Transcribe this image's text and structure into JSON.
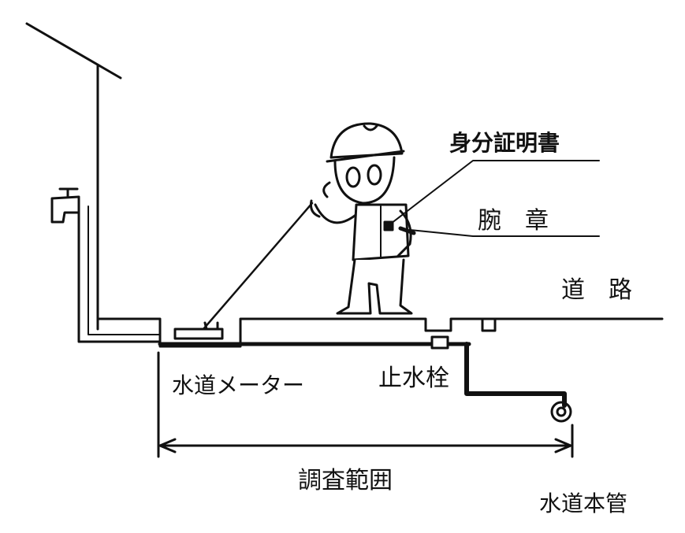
{
  "labels": {
    "id_certificate": "身分証明書",
    "armband": "腕　章",
    "road": "道　路",
    "water_meter": "水道メーター",
    "stop_valve": "止水栓",
    "survey_range": "調査範囲",
    "water_main": "水道本管"
  },
  "colors": {
    "ink": "#111111",
    "background": "#ffffff"
  }
}
